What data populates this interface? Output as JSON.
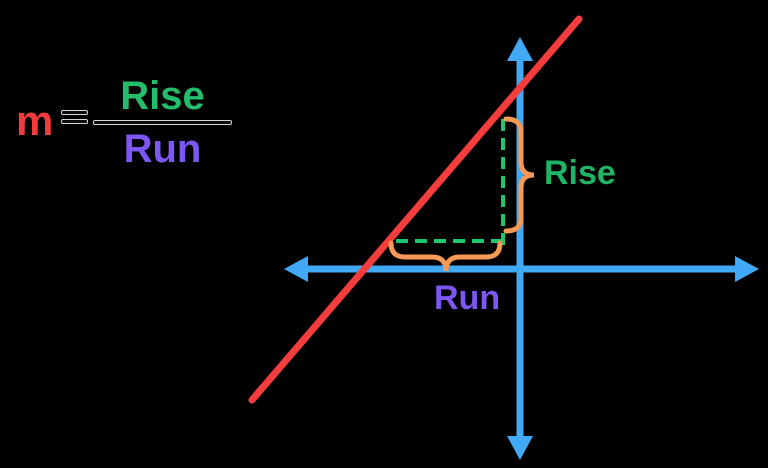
{
  "background": "#000000",
  "formula": {
    "m": "m",
    "equals_sign": "=",
    "numerator": "Rise",
    "denominator": "Run",
    "colors": {
      "m": "#f43b3b",
      "numerator": "#23bd6b",
      "denominator": "#7d57f3",
      "bar_outline": "#d6d6d6"
    }
  },
  "graph": {
    "axis_color": "#41a9f5",
    "line_color": "#f53d3d",
    "dash_color": "#1cc76e",
    "brace_color": "#f89a57",
    "rise_label": {
      "text": "Rise",
      "color": "#1fb564"
    },
    "run_label": {
      "text": "Run",
      "color": "#7d57f3"
    }
  }
}
